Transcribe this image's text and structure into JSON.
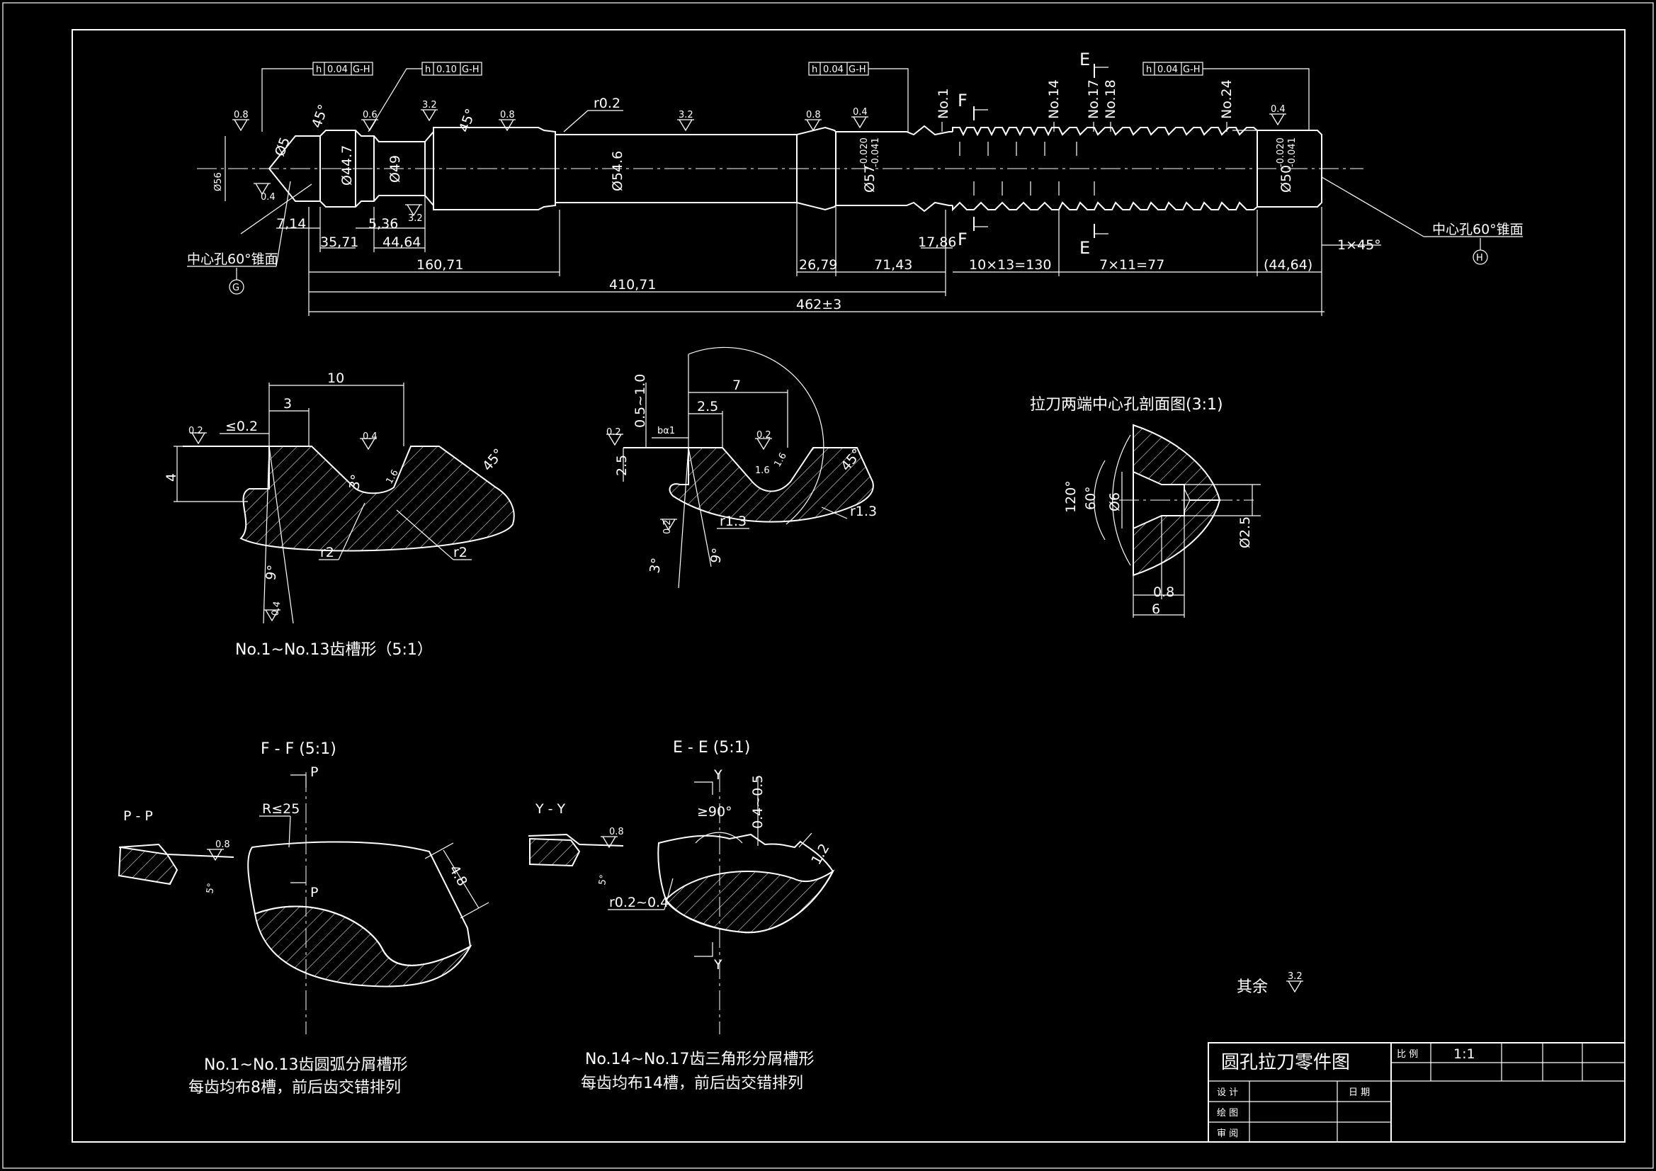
{
  "main_view": {
    "tolerance_frames": [
      {
        "sym": "h",
        "val": "0.04",
        "ref": "G-H"
      },
      {
        "sym": "h",
        "val": "0.10",
        "ref": "G-H"
      },
      {
        "sym": "h",
        "val": "0.04",
        "ref": "G-H"
      },
      {
        "sym": "h",
        "val": "0.04",
        "ref": "G-H"
      }
    ],
    "roughness": [
      "0.8",
      "0.6",
      "3.2",
      "0.8",
      "3.2",
      "0.8",
      "0.4",
      "0.4",
      "0.4",
      "3.2"
    ],
    "angles": [
      "45°",
      "45°"
    ],
    "fillet": "r0.2",
    "diameters": [
      "Ø44.7",
      "Ø49",
      "Ø54.6",
      "Ø57",
      "Ø50"
    ],
    "diameter_tol_a": "-0.020",
    "diameter_tol_b": "-0.041",
    "small_dims": [
      "Ø5",
      "Ø56"
    ],
    "section_marks": {
      "e": "E",
      "f": "F"
    },
    "tooth_labels": [
      "No.1",
      "No.14",
      "No.17",
      "No.18",
      "No.24"
    ],
    "center_hole_label": "中心孔60°锥面",
    "datum_g": "G",
    "datum_h": "H",
    "dims": {
      "d7_14": "7,14",
      "d5_36": "5,36",
      "d35_71": "35,71",
      "d44_64": "44,64",
      "d160_71": "160,71",
      "d410_71": "410,71",
      "d462": "462±3",
      "d26_79": "26,79",
      "d71_43": "71,43",
      "d17_86": "17,86",
      "d10x13": "10×13=130",
      "d7x11": "7×11=77",
      "d44_64b": "(44,64)",
      "chamfer": "1×45°"
    }
  },
  "tooth_profile_1": {
    "caption": "No.1~No.13齿槽形（5:1）",
    "dims": {
      "w10": "10",
      "w3": "3",
      "h4": "4",
      "le": "≤0.2",
      "r2a": "r2",
      "r2b": "r2",
      "ang45": "45°",
      "ang3": "3°",
      "ang9": "9°",
      "r08": "0.2",
      "r04": "0.4",
      "r16": "1.6",
      "r04b": "0.4"
    }
  },
  "tooth_profile_2": {
    "dims": {
      "w7": "7",
      "w2_5": "2.5",
      "h2_5": "2.5",
      "h05": "0.5~1.0",
      "ba1": "bα1",
      "r1_3a": "r1.3",
      "r1_3b": "r1.3",
      "ang45": "45°",
      "ang9": "9°",
      "ang3": "3°",
      "r02": "0.2",
      "r02b": "0.2",
      "r02c": "0.2",
      "r16": "1.6",
      "r16b": "1.6"
    }
  },
  "center_hole_section": {
    "caption": "拉刀两端中心孔剖面图(3:1)",
    "dims": {
      "a120": "120°",
      "a60": "60°",
      "d6": "Ø6",
      "d2_5": "Ø2.5",
      "l0_8": "0.8",
      "l6": "6"
    }
  },
  "section_ff": {
    "title": "F - F   (5:1)",
    "pp": "P - P",
    "p": "P",
    "r25": "R≤25",
    "w4_8": "4.8",
    "rough": "0.8",
    "ang5": "5°",
    "caption1": "No.1~No.13齿圆弧分屑槽形",
    "caption2": "每齿均布8槽，前后齿交错排列"
  },
  "section_ee": {
    "title": "E - E   (5:1)",
    "yy": "Y - Y",
    "y": "Y",
    "a90": "≥90°",
    "h04": "0.4~0.5",
    "w1_2": "1.2",
    "r02": "r0.2~0.4",
    "rough": "0.8",
    "ang5": "5°",
    "caption1": "No.14~No.17齿三角形分屑槽形",
    "caption2": "每齿均布14槽，前后齿交错排列"
  },
  "remaining_roughness": {
    "label": "其余",
    "value": "3.2"
  },
  "title_block": {
    "drawing_title": "圆孔拉刀零件图",
    "scale_label": "比 例",
    "scale_value": "1:1",
    "design": "设 计",
    "date": "日 期",
    "drawn": "绘 图",
    "review": "审 阅"
  }
}
